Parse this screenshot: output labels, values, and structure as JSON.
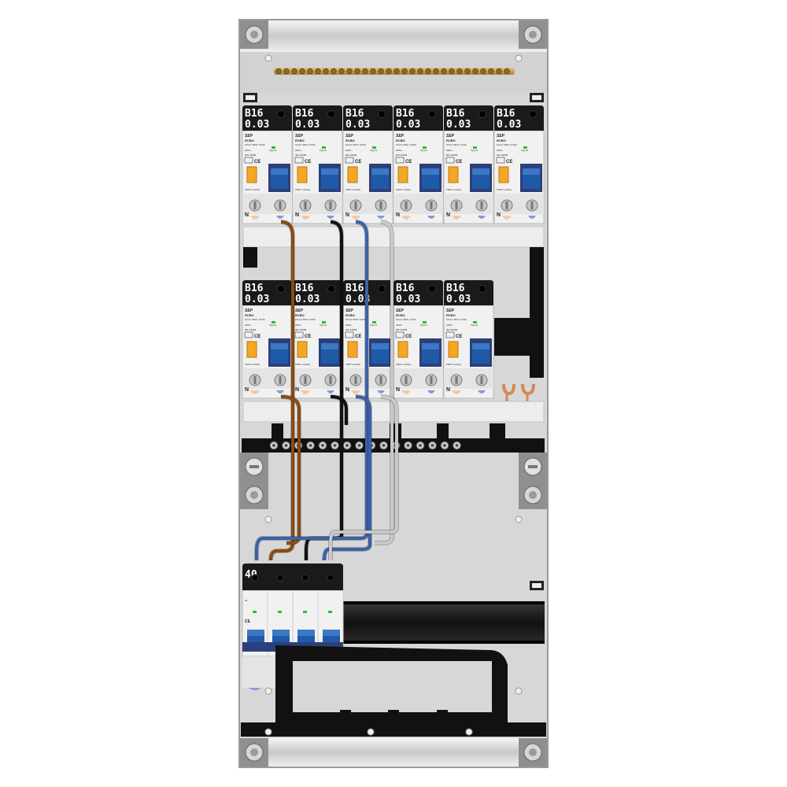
{
  "enclosure": {
    "upper_row": [
      {
        "rating": "B16",
        "sensitivity": "0.03"
      },
      {
        "rating": "B16",
        "sensitivity": "0.03"
      },
      {
        "rating": "B16",
        "sensitivity": "0.03"
      },
      {
        "rating": "B16",
        "sensitivity": "0.03"
      },
      {
        "rating": "B16",
        "sensitivity": "0.03"
      },
      {
        "rating": "B16",
        "sensitivity": "0.03"
      }
    ],
    "lower_row": [
      {
        "rating": "B16",
        "sensitivity": "0.03"
      },
      {
        "rating": "B16",
        "sensitivity": "0.03"
      },
      {
        "rating": "B16",
        "sensitivity": "0.03"
      },
      {
        "rating": "B16",
        "sensitivity": "0.03"
      },
      {
        "rating": "B16",
        "sensitivity": "0.03"
      }
    ],
    "rcbo_label": {
      "brand": "SEP",
      "model": "RCBO",
      "spec": "1P+N / B16 / 0.03A",
      "voltage": "240V~",
      "type": "Type A",
      "standard": "IEC 61009",
      "footer": "TEST monthly",
      "n_marker": "N"
    },
    "main_switch": {
      "rating": "40"
    },
    "wire_colors": {
      "brown": "#8a4a12",
      "black": "#111111",
      "blue": "#3a62a8",
      "grey": "#c8c8c8",
      "copper": "#d08a58"
    }
  }
}
